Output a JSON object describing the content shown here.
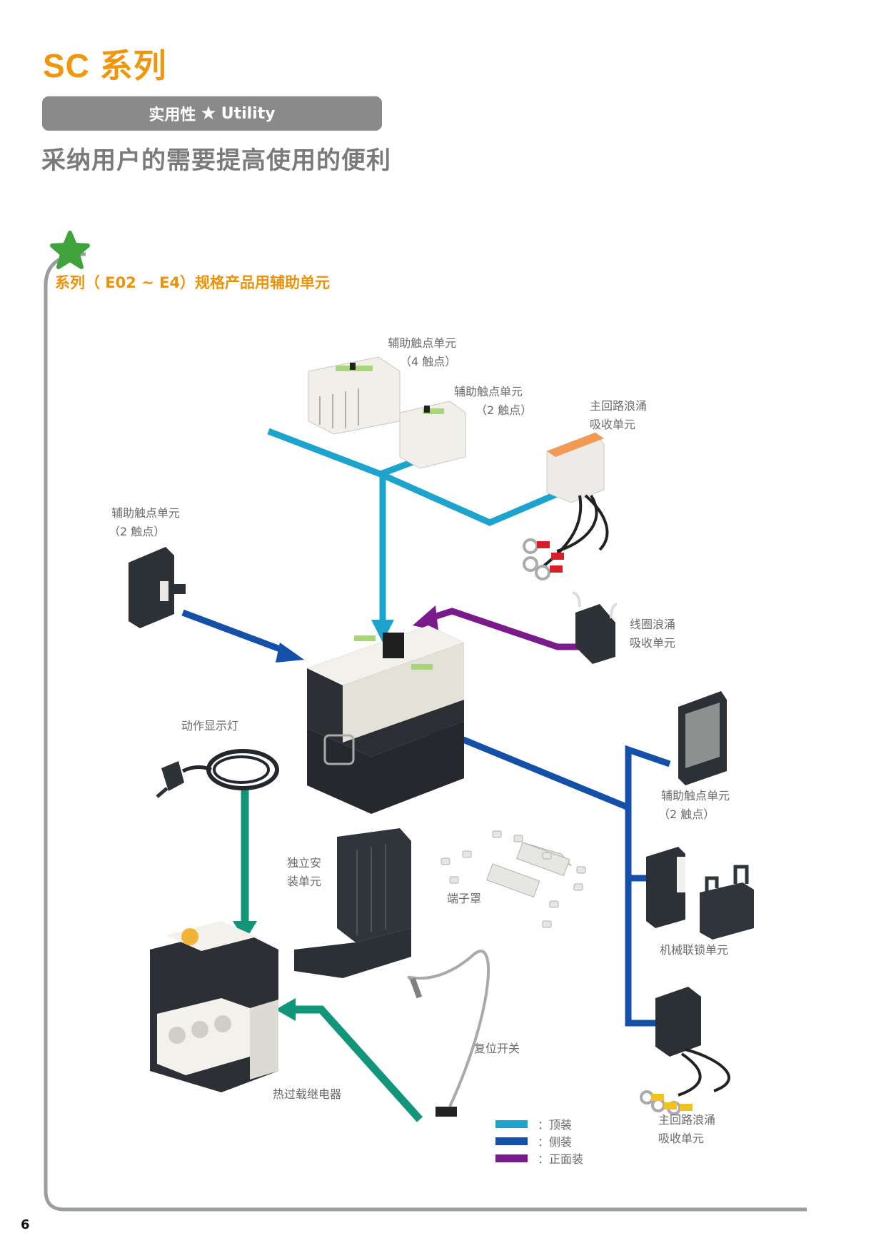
{
  "header": {
    "series_title": "SC 系列",
    "banner": {
      "left_text": "实用性",
      "star_icon": "star-icon",
      "right_text": "Utility"
    },
    "headline": "采纳用户的需要提高使用的便利"
  },
  "section": {
    "title": "系列（ E02 ~ E4）规格产品用辅助单元",
    "icon": "green-star-icon"
  },
  "colors": {
    "accent_orange": "#f0960a",
    "banner_gray": "#8a8a8a",
    "top_mount": "#1ea3cc",
    "side_mount": "#1550a8",
    "front_mount": "#7a1b8c",
    "relay_link": "#13957a"
  },
  "components": {
    "aux_contact_4": {
      "name": "辅助触点单元",
      "detail": "（4 触点）"
    },
    "aux_contact_2_top": {
      "name": "辅助触点单元",
      "detail": "（2 触点）"
    },
    "main_surge_top": {
      "line1": "主回路浪涌",
      "line2": "吸收单元"
    },
    "aux_contact_2_left": {
      "name": "辅助触点单元",
      "detail": "（2 触点）"
    },
    "coil_surge": {
      "line1": "线圈浪涌",
      "line2": "吸收单元"
    },
    "indicator_lamp": {
      "name": "动作显示灯"
    },
    "aux_contact_2_right": {
      "name": "辅助触点单元",
      "detail": "（2 触点）"
    },
    "independent_mount": {
      "line1": "独立安",
      "line2": "装单元"
    },
    "terminal_cover": {
      "name": "端子罩"
    },
    "mechanical_interlock": {
      "name": "机械联锁单元"
    },
    "reset_switch": {
      "name": "复位开关"
    },
    "thermal_relay": {
      "name": "热过载继电器"
    },
    "main_surge_bottom": {
      "line1": "主回路浪涌",
      "line2": "吸收单元"
    }
  },
  "legend": [
    {
      "label": "：顶装",
      "color": "#1ea3cc"
    },
    {
      "label": "：侧装",
      "color": "#1550a8"
    },
    {
      "label": "：正面装",
      "color": "#7a1b8c"
    }
  ],
  "footer": {
    "page_number": "6"
  }
}
